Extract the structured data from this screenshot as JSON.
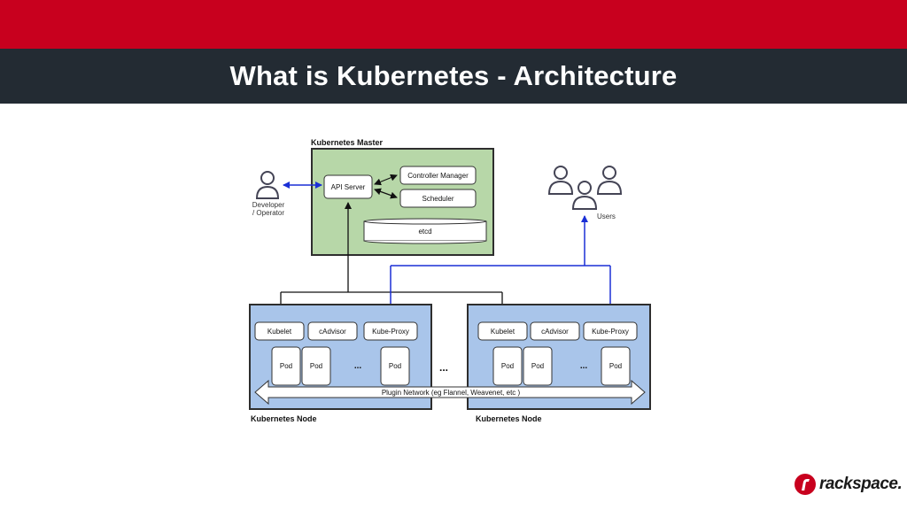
{
  "slide": {
    "title": "What is Kubernetes - Architecture"
  },
  "master": {
    "title": "Kubernetes Master",
    "api_server": "API Server",
    "controller_manager": "Controller Manager",
    "scheduler": "Scheduler",
    "etcd": "etcd"
  },
  "developer": {
    "label_line1": "Developer",
    "label_line2": "/ Operator"
  },
  "users": {
    "label": "Users"
  },
  "nodes": [
    {
      "title": "Kubernetes Node",
      "kubelet": "Kubelet",
      "cadvisor": "cAdvisor",
      "kube_proxy": "Kube-Proxy",
      "pods": [
        "Pod",
        "Pod",
        "Pod"
      ],
      "ellipsis": "..."
    },
    {
      "title": "Kubernetes Node",
      "kubelet": "Kubelet",
      "cadvisor": "cAdvisor",
      "kube_proxy": "Kube-Proxy",
      "pods": [
        "Pod",
        "Pod",
        "Pod"
      ],
      "ellipsis": "..."
    }
  ],
  "between_nodes": "...",
  "plugin_network": "Plugin Network (eg Flannel, Weavenet, etc )",
  "brand": {
    "name": "rackspace."
  },
  "colors": {
    "top_band": "#c8001e",
    "title_band": "#232b33",
    "master_fill": "#b7d7a8",
    "node_fill": "#a9c5ea",
    "blue_arrow": "#1a2fd6"
  }
}
